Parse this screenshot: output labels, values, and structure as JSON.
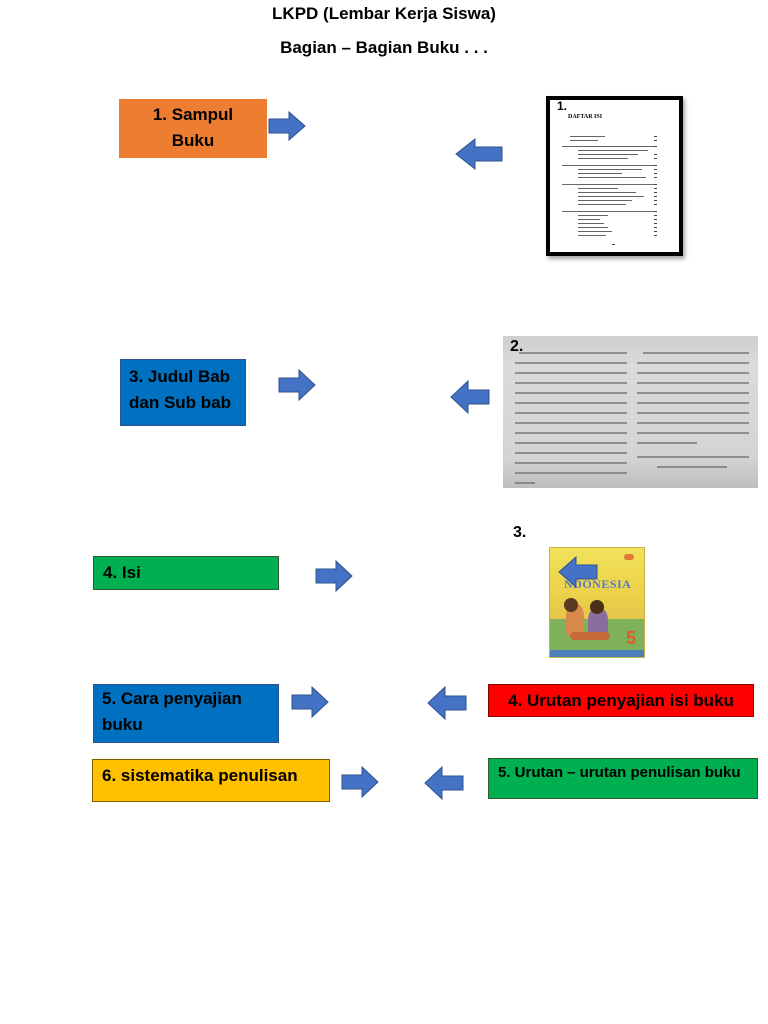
{
  "header": {
    "title": "LKPD (Lembar Kerja Siswa)",
    "subtitle": "Bagian – Bagian Buku . . ."
  },
  "left_boxes": [
    {
      "text": "1.  Sampul Buku",
      "color": "#ED7D31"
    },
    {
      "text": "3. Judul Bab dan Sub bab",
      "color": "#0070C0"
    },
    {
      "text": "4. Isi",
      "color": "#00B050"
    },
    {
      "text": "5. Cara penyajian buku",
      "color": "#0070C0"
    },
    {
      "text": "6. sistematika penulisan",
      "color": "#FFC000"
    }
  ],
  "right_boxes": [
    {
      "text": "4. Urutan penyajian isi buku",
      "color": "#FF0000"
    },
    {
      "text": "5. Urutan – urutan penulisan buku",
      "color": "#00B050"
    }
  ],
  "image_numbers": [
    "1.",
    "2.",
    "3."
  ],
  "images": {
    "toc": {
      "heading": "DAFTAR ISI"
    },
    "cover": {
      "title_line1": "SA",
      "title_line2": "NDONESIA",
      "grade": "5"
    }
  },
  "colors": {
    "arrow": "#4472C4",
    "arrow_border": "#2F528F"
  }
}
